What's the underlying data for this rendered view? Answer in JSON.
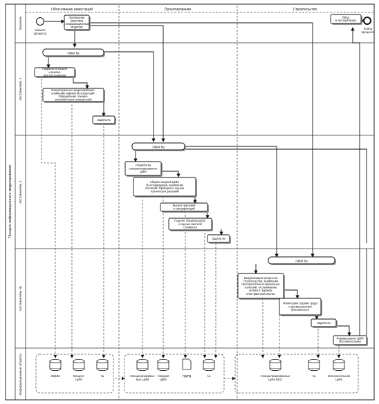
{
  "pool_title": "Процесс информационного моделирования",
  "lanes": [
    "Заказчик",
    "Исполнитель 1",
    "Исполнитель 2",
    "Исполнитель №",
    "Информационные объекты"
  ],
  "phases": [
    "Обоснование инвестиций",
    "Проектирование",
    "Строительство"
  ],
  "events": {
    "start": [
      "Начало",
      "процесса"
    ],
    "end": [
      "Конец",
      "процесса"
    ]
  },
  "tasks": {
    "t_req": [
      "Требования",
      "заказчика",
      "к информационным",
      "моделям"
    ],
    "t_commission": [
      "Ввод",
      "в эксплуатацию"
    ],
    "t_dev_icmm": [
      "Разработка ИЦММ",
      "и анализ",
      "местоположения"
    ],
    "t_concept": [
      "Концептуальное моделирование,",
      "сравнение вариантов концепций.",
      "Определение технико-",
      "экономических показателей"
    ],
    "t_task_n1": [
      "Задача №"
    ],
    "t_spec_models": [
      "Разработка",
      "специализированных",
      "ЦИМ"
    ],
    "t_summary": [
      "Сборка сводной ЦИМ,",
      "3D-координация, выявление",
      "коллизий. Проверка и оценка",
      "технических решений"
    ],
    "t_drawings": [
      "Выпуск чертежей",
      "и спецификаций"
    ],
    "t_volumes": [
      "Подсчет объемов работ",
      "и оценка сметной",
      "стоимости"
    ],
    "t_task_n2": [
      "Задача №"
    ],
    "t_visual": [
      "Визуализация процессов",
      "строительства, выявление",
      "пространственно-временных",
      "коллизий, отслеживание",
      "сетевого графика;",
      "план-фактный анализ"
    ],
    "t_monitor": [
      "Мониторинг охраны труда",
      "и промышленной",
      "безопасности"
    ],
    "t_task_n3": [
      "Задача №"
    ],
    "t_asbuilt": [
      "Формирование ЦИМ",
      "Исполнительная"
    ]
  },
  "plans": [
    "ПИМ №",
    "ПИМ №",
    "ПИМ №"
  ],
  "info_objects": {
    "icmm": [
      "ИЦММ"
    ],
    "concept": [
      "Концепт.",
      "ЦИМ"
    ],
    "n1": [
      "№"
    ],
    "spec1": [
      "Специализирован-",
      "ные ЦИМ"
    ],
    "summary": [
      "Сводная",
      "ЦИМ"
    ],
    "pdrd": [
      "ПД/РД"
    ],
    "n2": [
      "№"
    ],
    "spec2": [
      "Специализированные",
      "ЦИМ (ИО)"
    ],
    "n3": [
      "№"
    ],
    "exec": [
      "Исполнительная",
      "ЦИМ"
    ]
  },
  "colors": {
    "line": "#111111",
    "shadow": "#9a9a9a",
    "background": "#ffffff"
  }
}
